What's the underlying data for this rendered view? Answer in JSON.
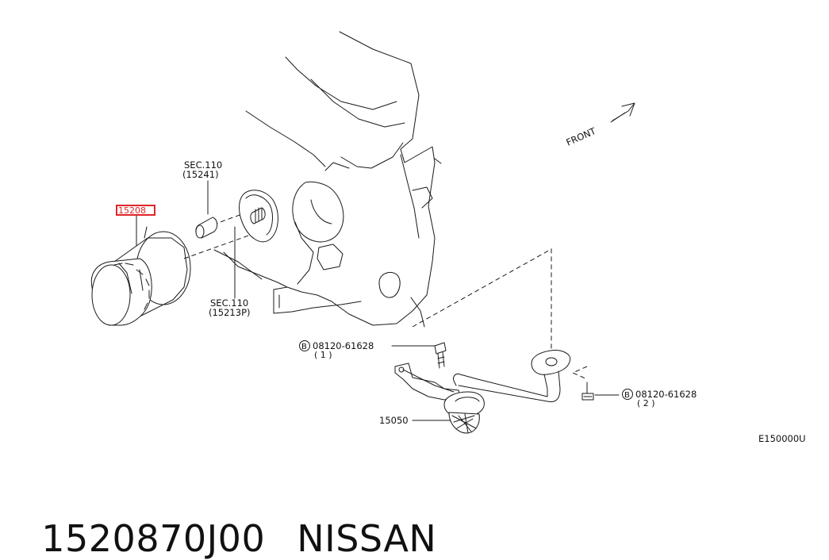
{
  "diagram": {
    "callouts": {
      "oil_filter": "15208",
      "front_label": "FRONT",
      "sec_top": "SEC.110",
      "sec_top_ref": "(15241)",
      "sec_bottom": "SEC.110",
      "sec_bottom_ref": "(15213P)",
      "bolt1_mark": "B",
      "bolt1_part": "08120-61628",
      "bolt1_qty": "( 1 )",
      "bolt2_mark": "B",
      "bolt2_part": "08120-61628",
      "bolt2_qty": "( 2 )",
      "strainer": "15050",
      "figure_code": "E150000U"
    },
    "highlight_color": "#e0262a"
  },
  "footer": {
    "part_number": "1520870J00",
    "brand": "NISSAN"
  }
}
